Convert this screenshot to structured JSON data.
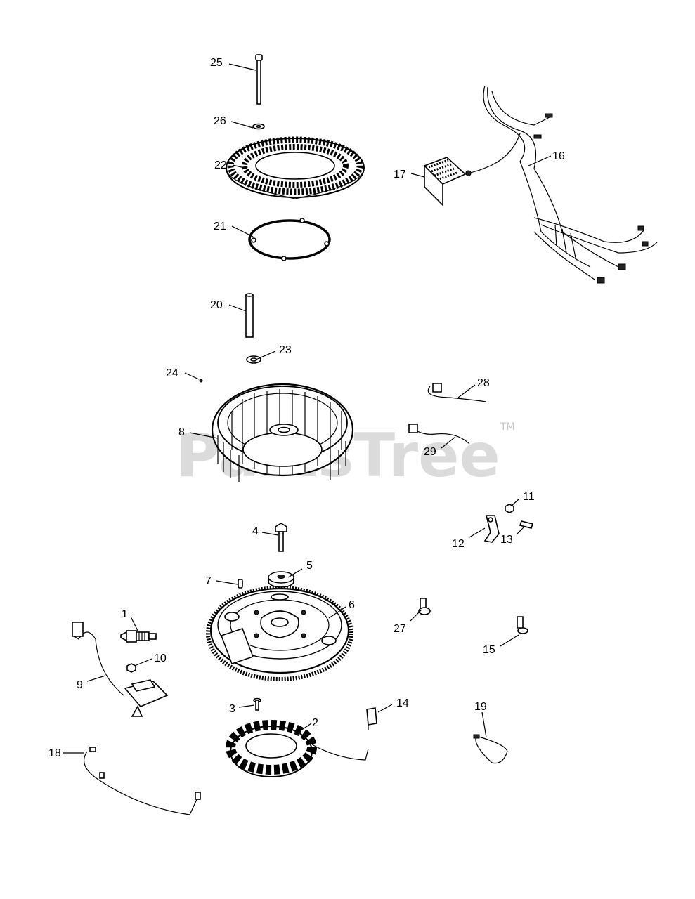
{
  "watermark": {
    "text": "PartsTree",
    "trademark": "TM"
  },
  "callouts": [
    {
      "num": "1"
    },
    {
      "num": "2"
    },
    {
      "num": "3"
    },
    {
      "num": "4"
    },
    {
      "num": "5"
    },
    {
      "num": "6"
    },
    {
      "num": "7"
    },
    {
      "num": "8"
    },
    {
      "num": "9"
    },
    {
      "num": "10"
    },
    {
      "num": "11"
    },
    {
      "num": "12"
    },
    {
      "num": "13"
    },
    {
      "num": "14"
    },
    {
      "num": "15"
    },
    {
      "num": "16"
    },
    {
      "num": "17"
    },
    {
      "num": "18"
    },
    {
      "num": "19"
    },
    {
      "num": "20"
    },
    {
      "num": "21"
    },
    {
      "num": "22"
    },
    {
      "num": "23"
    },
    {
      "num": "24"
    },
    {
      "num": "25"
    },
    {
      "num": "26"
    },
    {
      "num": "27"
    },
    {
      "num": "28"
    },
    {
      "num": "29"
    }
  ]
}
